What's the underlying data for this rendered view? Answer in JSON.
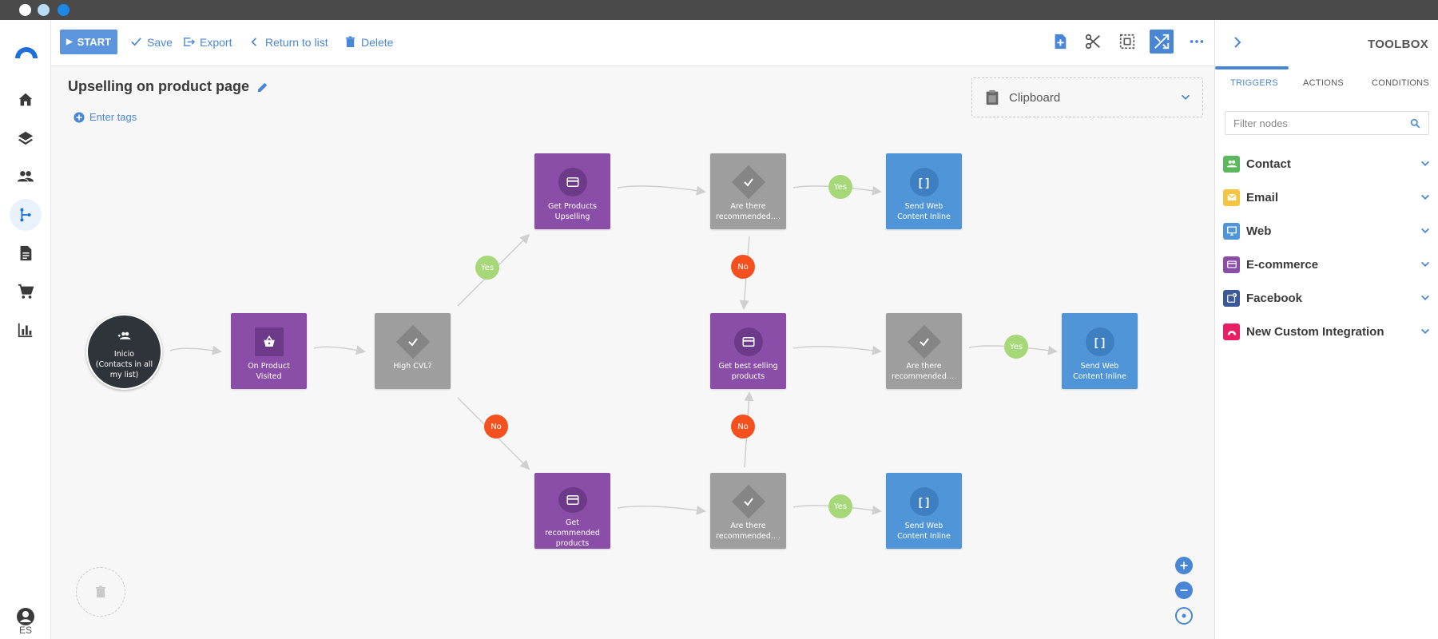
{
  "toolbar": {
    "start_label": "START",
    "save_label": "Save",
    "export_label": "Export",
    "return_label": "Return to list",
    "delete_label": "Delete"
  },
  "flow": {
    "title": "Upselling on product page",
    "tags_label": "Enter tags",
    "clipboard_label": "Clipboard"
  },
  "nodes": {
    "start": {
      "line1": "Inicio",
      "line2": "(Contacts in all my list)"
    },
    "product_visited": "On Product Visited",
    "high_cvl": "High CVL?",
    "get_upselling": "Get Products Upselling",
    "are_there_1": "Are there recommended....",
    "send_web_1": "Send Web Content Inline",
    "get_best_selling": "Get best selling products",
    "are_there_2": "Are there recommended....",
    "send_web_2": "Send Web Content Inline",
    "get_recommended": "Get recommended products",
    "are_there_3": "Are there recommended....",
    "send_web_3": "Send Web Content Inline"
  },
  "badges": {
    "yes": "Yes",
    "no": "No"
  },
  "panel": {
    "title": "TOOLBOX",
    "tabs": [
      "TRIGGERS",
      "ACTIONS",
      "CONDITIONS"
    ],
    "filter_placeholder": "Filter nodes",
    "categories": [
      "Contact",
      "Email",
      "Web",
      "E-commerce",
      "Facebook",
      "New Custom Integration"
    ]
  },
  "rail": {
    "language": "ES"
  },
  "colors": {
    "accent": "#4a86d6",
    "purple": "#8a4ea8",
    "gray": "#9e9e9e",
    "blue": "#4f95d8",
    "yes": "#a6d87a",
    "no": "#f4511e"
  }
}
